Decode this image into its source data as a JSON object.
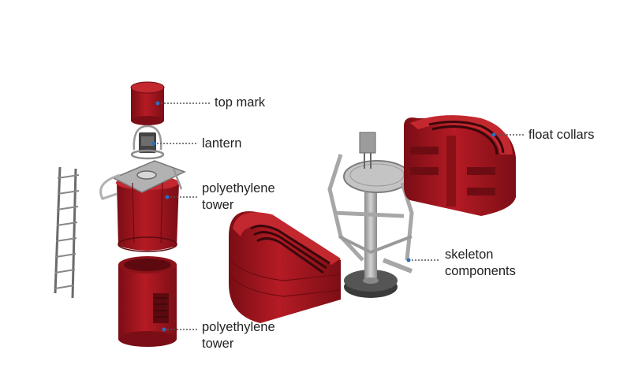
{
  "labels": {
    "top_mark": "top mark",
    "lantern": "lantern",
    "tower_upper": "polyethylene\ntower",
    "tower_lower": "polyethylene\ntower",
    "float_collars": "float collars",
    "skeleton": "skeleton\ncomponents"
  },
  "colors": {
    "buoy_red": "#a8161f",
    "buoy_red_dark": "#6e0c13",
    "buoy_red_light": "#c3282f",
    "steel": "#b9b9b9",
    "steel_dark": "#7d7d7d",
    "leader_dot": "#2a6fc0",
    "text": "#222222"
  }
}
